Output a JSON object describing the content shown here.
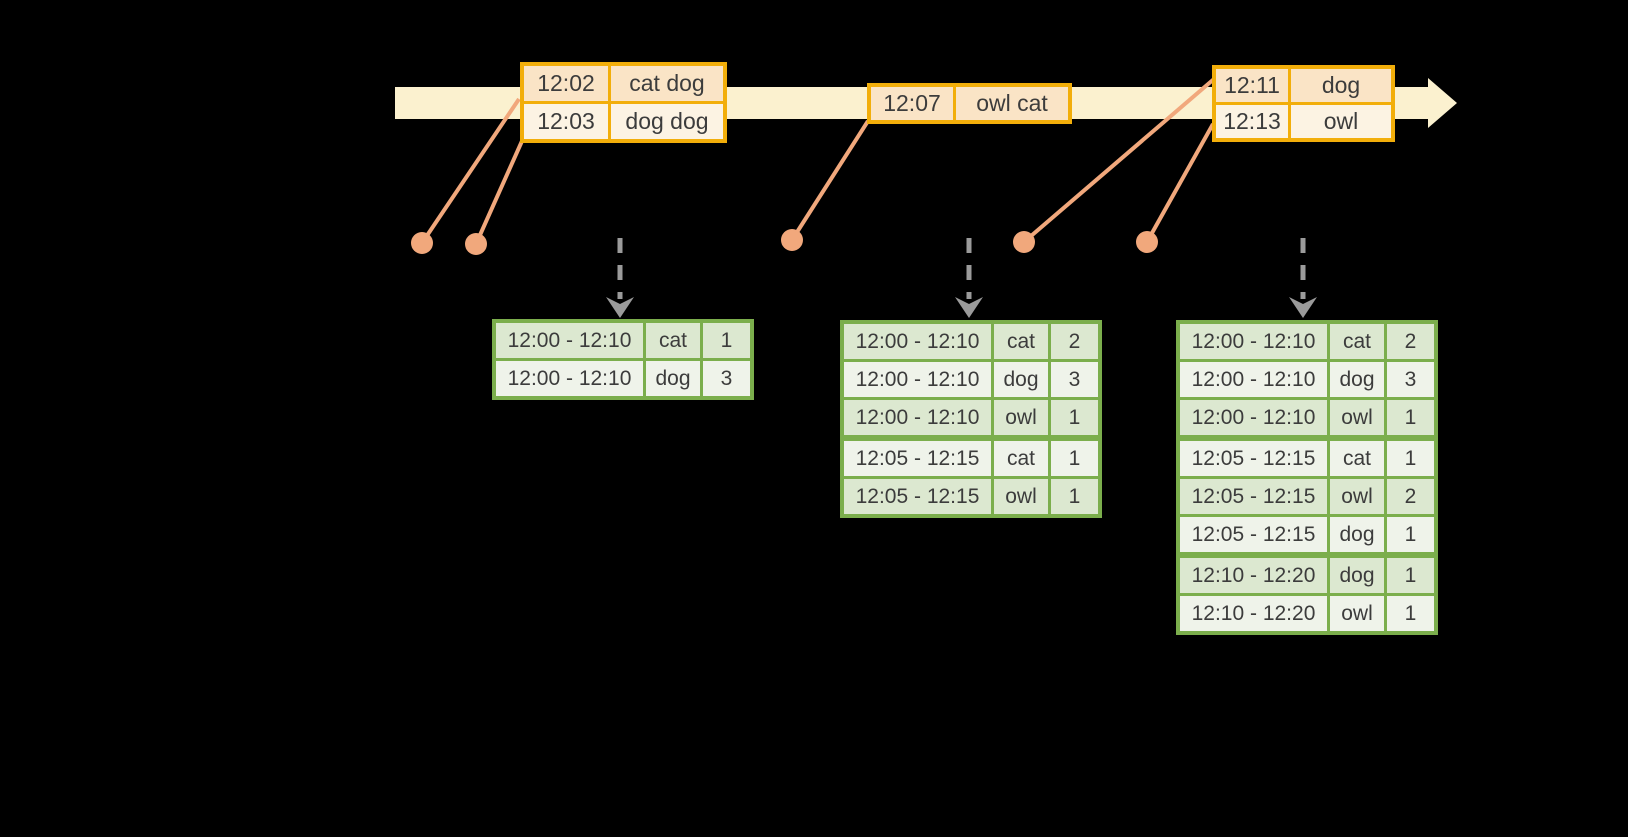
{
  "palette": {
    "background": "#000000",
    "timeline_fill": "#FBF1CF",
    "event_box_border": "#F2AE0A",
    "event_row_peach": "#FAE4C6",
    "event_row_cream": "#FCF3E3",
    "connector_salmon": "#F1A87C",
    "trigger_arrow_gray": "#9B9B9B",
    "table_border_green": "#7BAE4C",
    "table_row_dark": "#DCE8D0",
    "table_row_light": "#EFF3EA",
    "text_color": "#3C3C3C"
  },
  "timeline": {
    "event_boxes": [
      {
        "rows": [
          {
            "time": "12:02",
            "words": "cat dog"
          },
          {
            "time": "12:03",
            "words": "dog dog"
          }
        ]
      },
      {
        "rows": [
          {
            "time": "12:07",
            "words": "owl cat"
          }
        ]
      },
      {
        "rows": [
          {
            "time": "12:11",
            "words": "dog"
          },
          {
            "time": "12:13",
            "words": "owl"
          }
        ]
      }
    ]
  },
  "result_tables": [
    {
      "rows": [
        {
          "window": "12:00 - 12:10",
          "word": "cat",
          "count": "1"
        },
        {
          "window": "12:00 - 12:10",
          "word": "dog",
          "count": "3"
        }
      ]
    },
    {
      "rows": [
        {
          "window": "12:00 - 12:10",
          "word": "cat",
          "count": "2"
        },
        {
          "window": "12:00 - 12:10",
          "word": "dog",
          "count": "3"
        },
        {
          "window": "12:00 - 12:10",
          "word": "owl",
          "count": "1"
        },
        {
          "window": "12:05 - 12:15",
          "word": "cat",
          "count": "1"
        },
        {
          "window": "12:05 - 12:15",
          "word": "owl",
          "count": "1"
        }
      ]
    },
    {
      "rows": [
        {
          "window": "12:00 - 12:10",
          "word": "cat",
          "count": "2"
        },
        {
          "window": "12:00 - 12:10",
          "word": "dog",
          "count": "3"
        },
        {
          "window": "12:00 - 12:10",
          "word": "owl",
          "count": "1"
        },
        {
          "window": "12:05 - 12:15",
          "word": "cat",
          "count": "1"
        },
        {
          "window": "12:05 - 12:15",
          "word": "owl",
          "count": "2"
        },
        {
          "window": "12:05 - 12:15",
          "word": "dog",
          "count": "1"
        },
        {
          "window": "12:10 - 12:20",
          "word": "dog",
          "count": "1"
        },
        {
          "window": "12:10 - 12:20",
          "word": "owl",
          "count": "1"
        }
      ]
    }
  ]
}
